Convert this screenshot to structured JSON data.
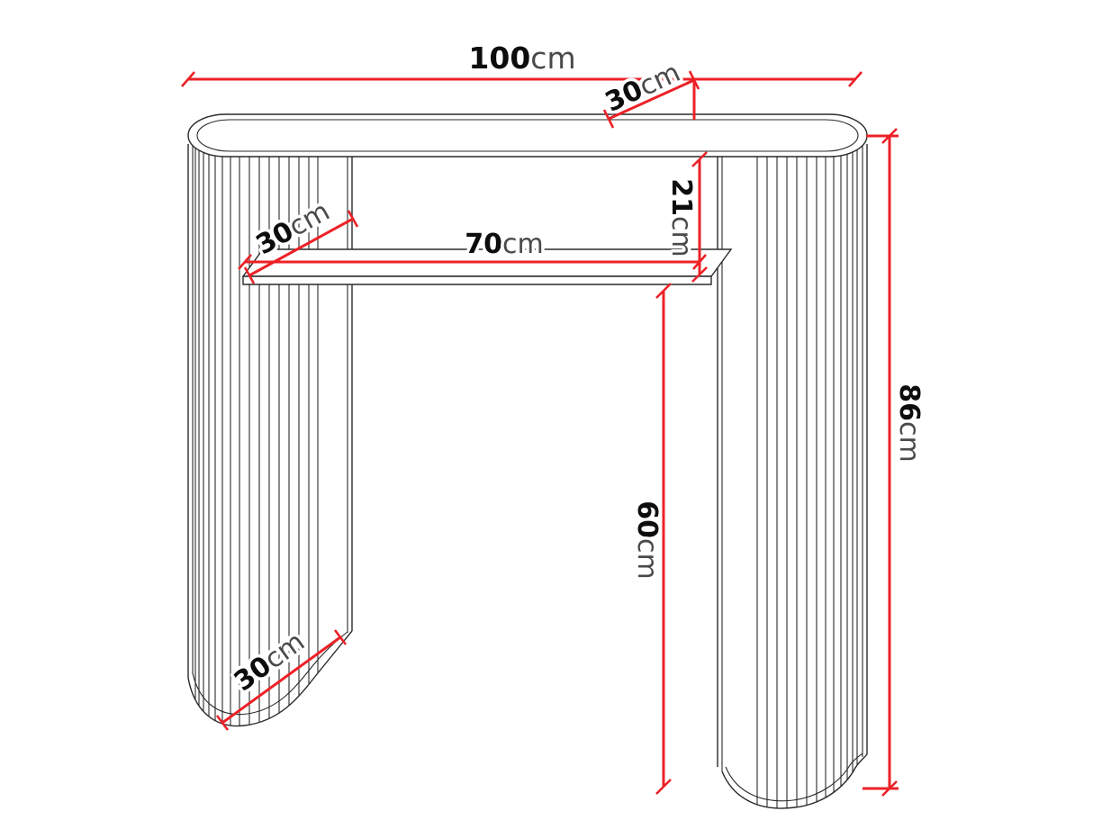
{
  "diagram": {
    "background_color": "#ffffff",
    "outline_color": "#2a2a2a",
    "dimension_color": "#ec2127",
    "dimensions": {
      "total_width": {
        "value": "100",
        "unit": "cm"
      },
      "top_depth": {
        "value": "30",
        "unit": "cm"
      },
      "top_to_shelf_gap": {
        "value": "21",
        "unit": "cm"
      },
      "shelf_width": {
        "value": "70",
        "unit": "cm"
      },
      "shelf_depth": {
        "value": "30",
        "unit": "cm"
      },
      "under_shelf_clearance": {
        "value": "60",
        "unit": "cm"
      },
      "total_height": {
        "value": "86",
        "unit": "cm"
      },
      "base_depth": {
        "value": "30",
        "unit": "cm"
      }
    }
  }
}
